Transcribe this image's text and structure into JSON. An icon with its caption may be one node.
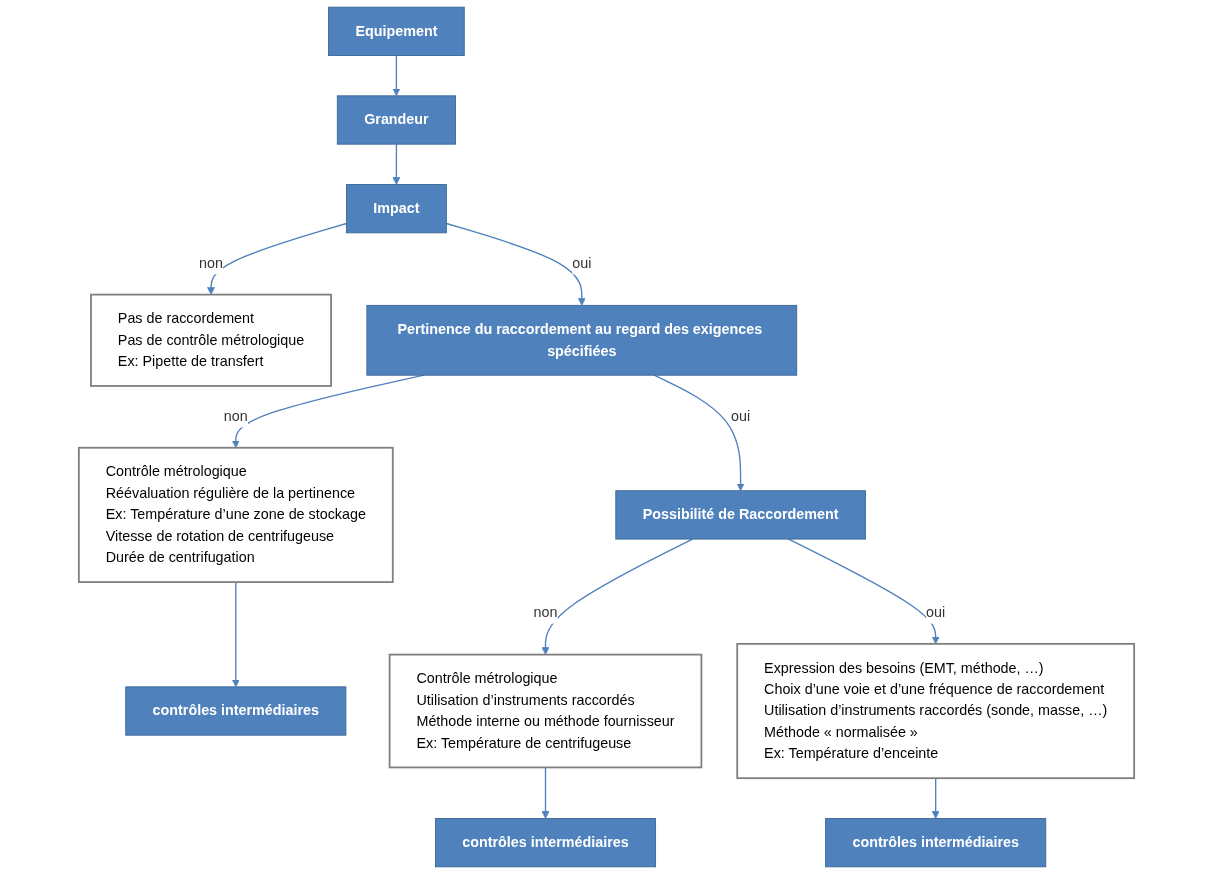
{
  "diagram": {
    "nodes": [
      {
        "text": [
          "Equipement"
        ]
      },
      {
        "text": [
          "Grandeur"
        ]
      },
      {
        "text": [
          "Impact"
        ]
      },
      {
        "text": [
          "Pas de raccordement",
          "Pas de contrôle métrologique",
          "Ex: Pipette de transfert"
        ]
      },
      {
        "text": [
          "Pertinence du raccordement au regard des exigences spécifiées"
        ]
      },
      {
        "text": [
          "Contrôle métrologique",
          "Réévaluation régulière de la pertinence",
          "Ex: Température d’une zone de stockage",
          "Vitesse de rotation de centrifugeuse",
          "Durée de centrifugation"
        ]
      },
      {
        "text": [
          "contrôles intermédiaires"
        ]
      },
      {
        "text": [
          "Possibilité de Raccordement"
        ]
      },
      {
        "text": [
          "Contrôle métrologique",
          "Utilisation d’instruments raccordés",
          "Méthode interne ou méthode fournisseur",
          "Ex: Température de centrifugeuse"
        ]
      },
      {
        "text": [
          "contrôles intermédiaires"
        ]
      },
      {
        "text": [
          "Expression des besoins (EMT, méthode, …)",
          "Choix d’une voie et d’une fréquence de raccordement",
          "Utilisation d’instruments raccordés (sonde, masse, …)",
          "Méthode « normalisée »",
          "Ex: Température d’enceinte"
        ]
      },
      {
        "text": [
          "contrôles intermédiaires"
        ]
      }
    ],
    "edges": [
      {
        "from": 0,
        "to": 1,
        "arrow": "to"
      },
      {
        "from": 1,
        "to": 2,
        "arrow": "to"
      },
      {
        "from": 2,
        "to": 3,
        "arrow": "to",
        "label": "non"
      },
      {
        "from": 2,
        "to": 4,
        "arrow": "to",
        "label": "oui"
      },
      {
        "from": 4,
        "to": 5,
        "arrow": "to",
        "label": "non"
      },
      {
        "from": 5,
        "to": 6,
        "arrow": "to"
      },
      {
        "from": 4,
        "to": 7,
        "arrow": "to",
        "label": "oui"
      },
      {
        "from": 7,
        "to": 8,
        "arrow": "to",
        "label": "non"
      },
      {
        "from": 8,
        "to": 9,
        "arrow": "to"
      },
      {
        "from": 7,
        "to": 10,
        "arrow": "to",
        "label": "oui"
      },
      {
        "from": 10,
        "to": 11,
        "arrow": "to"
      }
    ]
  }
}
